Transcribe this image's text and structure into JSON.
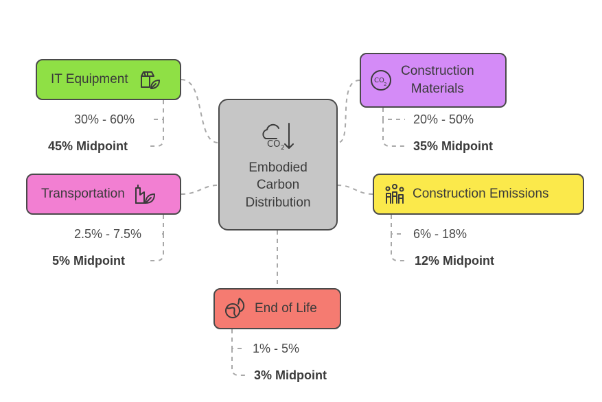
{
  "center": {
    "title_lines": [
      "Embodied",
      "Carbon",
      "Distribution"
    ],
    "icon": "co2-down-arrow-icon"
  },
  "categories": [
    {
      "key": "it",
      "label": "IT Equipment",
      "range": "30% - 60%",
      "midpoint": "45% Midpoint",
      "color": "#8fe045",
      "icon": "box-leaf-icon"
    },
    {
      "key": "cm",
      "label_lines": [
        "Construction",
        "Materials"
      ],
      "range": "20% - 50%",
      "midpoint": "35% Midpoint",
      "color": "#d48bf7",
      "icon": "co2-circle-icon"
    },
    {
      "key": "tr",
      "label": "Transportation",
      "range": "2.5% - 7.5%",
      "midpoint": "5% Midpoint",
      "color": "#f27fd2",
      "icon": "factory-leaf-icon"
    },
    {
      "key": "ce",
      "label": "Construction Emissions",
      "range": "6% - 18%",
      "midpoint": "12% Midpoint",
      "color": "#fbe94b",
      "icon": "smokestacks-icon"
    },
    {
      "key": "eol",
      "label": "End of Life",
      "range": "1% - 5%",
      "midpoint": "3% Midpoint",
      "color": "#f57b71",
      "icon": "burning-globe-icon"
    }
  ]
}
